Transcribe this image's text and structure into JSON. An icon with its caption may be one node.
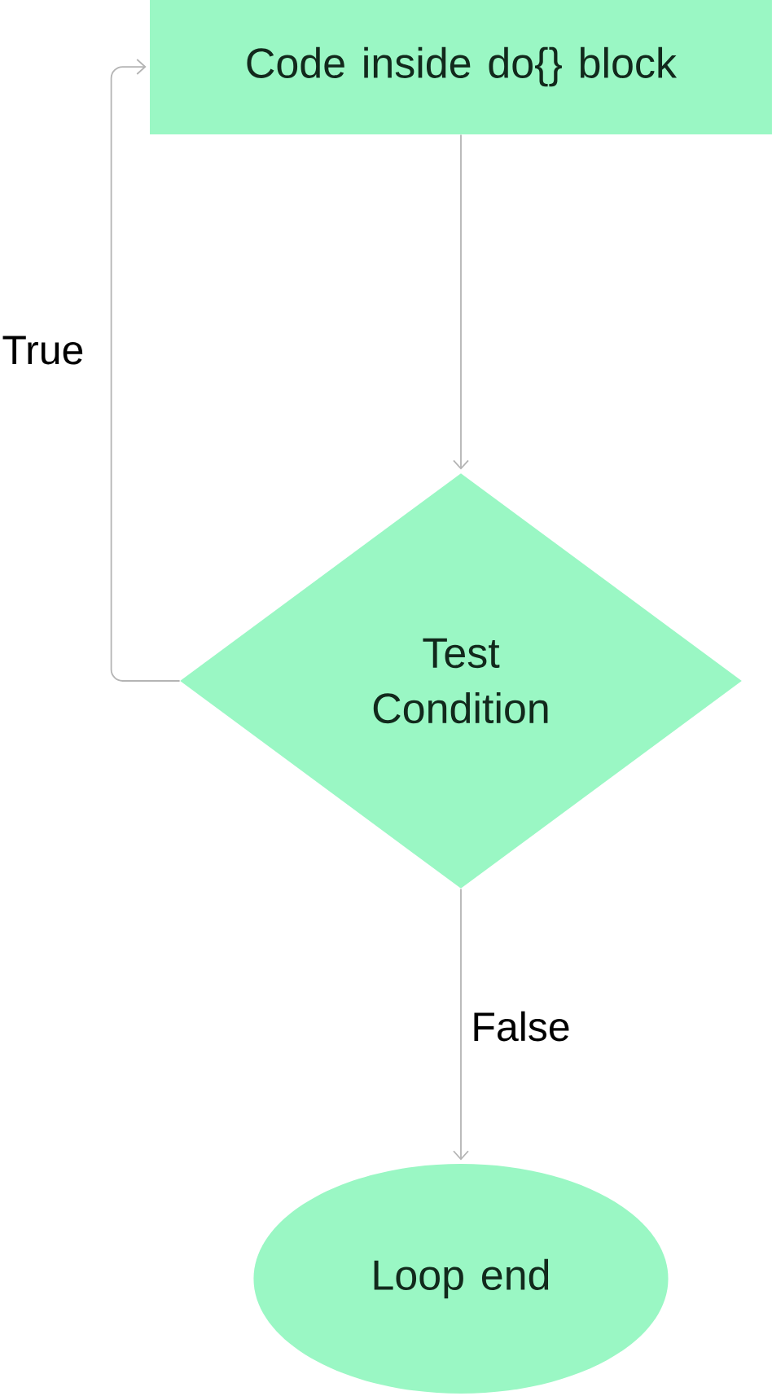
{
  "diagram": {
    "nodes": [
      {
        "text": [
          "Code inside do{} block"
        ]
      },
      {
        "text": [
          "Test Condition"
        ]
      },
      {
        "text": [
          "Loop end"
        ]
      }
    ],
    "edges": [
      {
        "from": 0,
        "to": 1,
        "arrow": "to"
      },
      {
        "from": 1,
        "to": 0,
        "arrow": "to",
        "label": "True"
      },
      {
        "from": 1,
        "to": 2,
        "arrow": "to",
        "label": "False"
      }
    ]
  }
}
